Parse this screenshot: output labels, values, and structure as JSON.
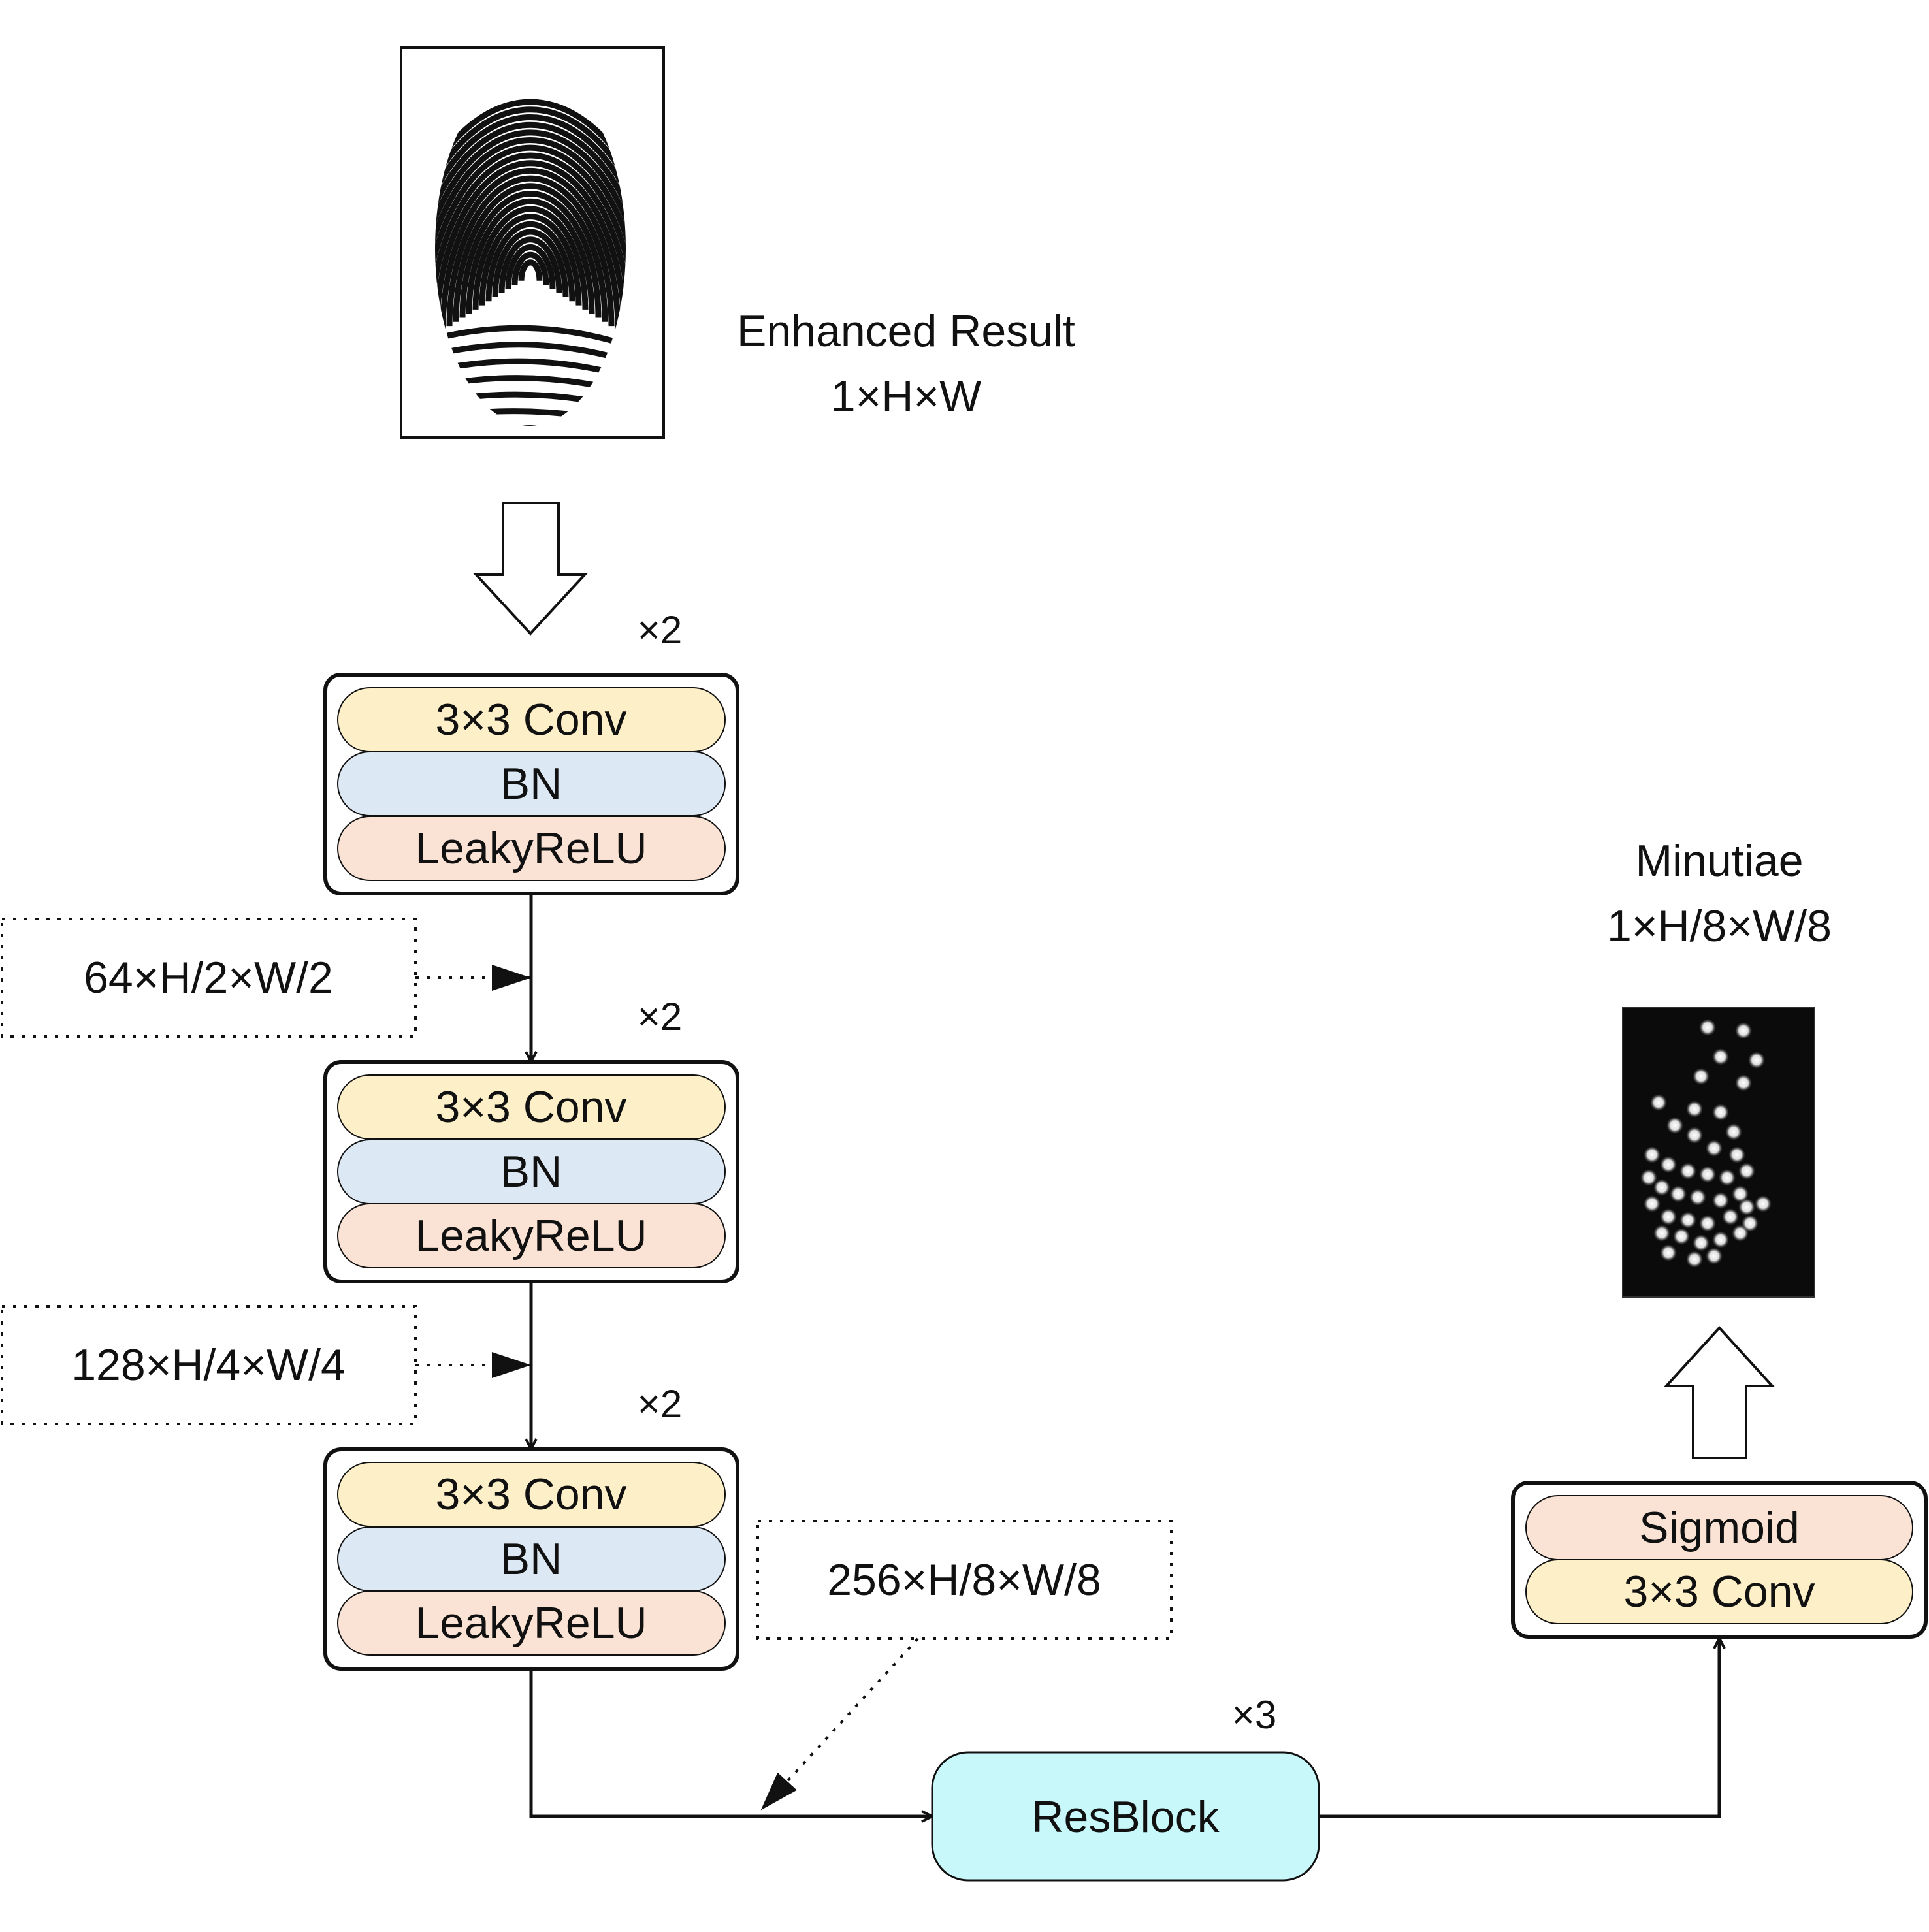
{
  "input": {
    "title": "Enhanced Result",
    "shape": "1×H×W"
  },
  "output": {
    "title": "Minutiae",
    "shape": "1×H/8×W/8"
  },
  "blocks": [
    {
      "repeat": "×2",
      "layers": [
        "3×3 Conv",
        "BN",
        "LeakyReLU"
      ]
    },
    {
      "repeat": "×2",
      "layers": [
        "3×3 Conv",
        "BN",
        "LeakyReLU"
      ]
    },
    {
      "repeat": "×2",
      "layers": [
        "3×3 Conv",
        "BN",
        "LeakyReLU"
      ]
    }
  ],
  "features": [
    "64×H/2×W/2",
    "128×H/4×W/4",
    "256×H/8×W/8"
  ],
  "resblock": {
    "label": "ResBlock",
    "repeat": "×3"
  },
  "head": {
    "layers": [
      "Sigmoid",
      "3×3 Conv"
    ]
  },
  "colors": {
    "conv": "#fdf0c8",
    "bn": "#dce8f4",
    "activation": "#fae3d4",
    "resblock": "#c9f8fb",
    "stroke": "#111111"
  },
  "icons": {
    "input_image": "fingerprint-image",
    "output_image": "minutiae-heatmap-image"
  }
}
